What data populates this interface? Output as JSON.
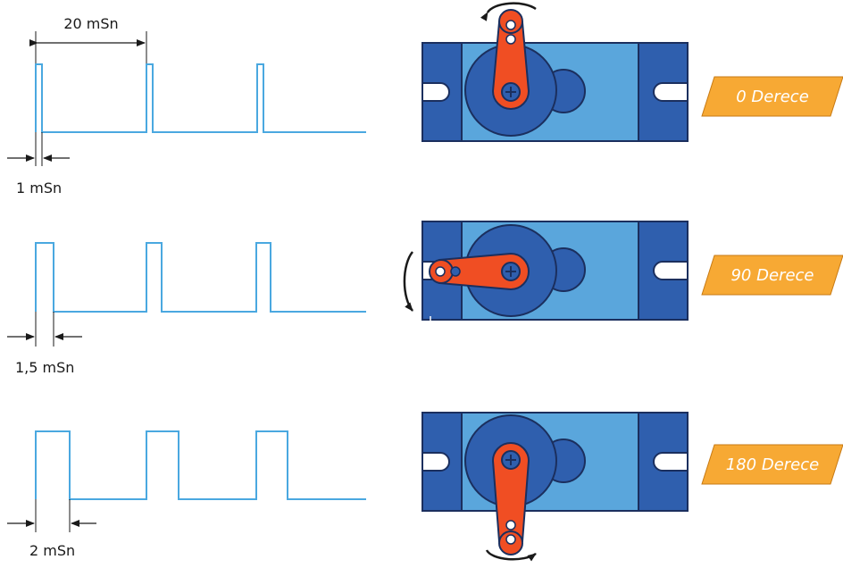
{
  "diagram": {
    "period_label": "20 mSn",
    "colors": {
      "signal": "#4aa8e0",
      "servo_body": "#5aa6dc",
      "servo_end": "#2f5fae",
      "servo_outline": "#1b2f5e",
      "horn": "#f04e23",
      "angle_label_fill": "#f7a934",
      "arrow": "#1a1a1a"
    },
    "rows": [
      {
        "pulse_label": "1 mSn",
        "pulse_ms": 1,
        "angle_label": "0 Derece",
        "angle_deg": 0
      },
      {
        "pulse_label": "1,5 mSn",
        "pulse_ms": 1.5,
        "angle_label": "90 Derece",
        "angle_deg": 90
      },
      {
        "pulse_label": "2 mSn",
        "pulse_ms": 2,
        "angle_label": "180 Derece",
        "angle_deg": 180
      }
    ]
  }
}
